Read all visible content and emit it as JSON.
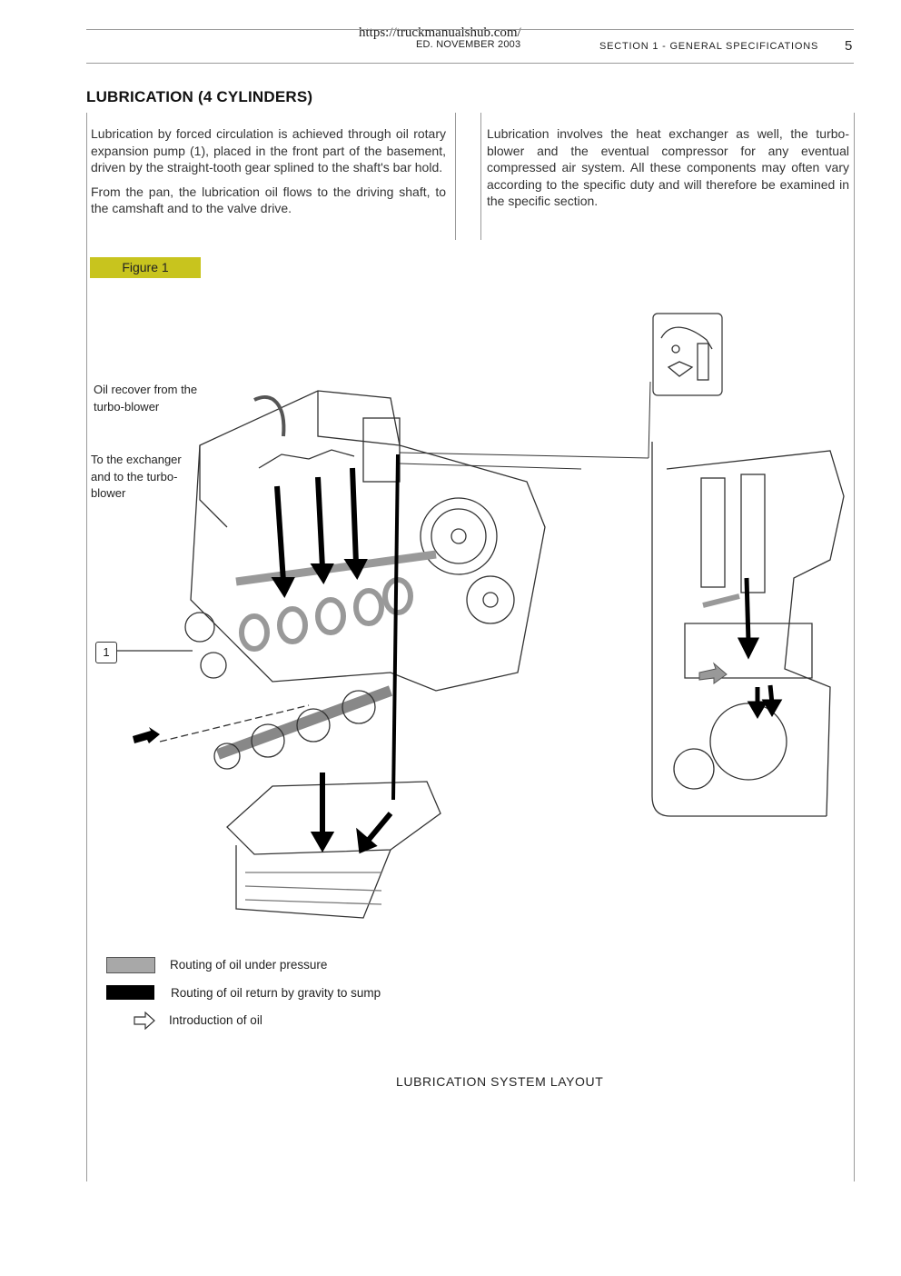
{
  "header": {
    "url": "https://truckmanualshub.com/",
    "edition": "ED. NOVEMBER 2003",
    "section": "SECTION 1 - GENERAL SPECIFICATIONS",
    "page_number": "5"
  },
  "title": "LUBRICATION (4 CYLINDERS)",
  "col_left": {
    "p1": "Lubrication by forced circulation is achieved through oil rotary expansion pump (1), placed in the front part of the basement, driven by the straight-tooth gear splined to the shaft's bar hold.",
    "p2": "From the pan, the lubrication oil flows to the driving shaft, to the camshaft and to the valve drive."
  },
  "col_right": {
    "p1": "Lubrication involves the heat exchanger as well, the turbo-blower and the eventual compressor for any eventual compressed air system. All these components may often vary according to the specific duty and will therefore be examined in the specific section."
  },
  "figure": {
    "tag": "Figure 1",
    "label_oil_recover": "Oil recover from the turbo-blower",
    "label_exchanger": "To the exchanger and to the turbo-blower",
    "callout_number": "1",
    "caption": "LUBRICATION SYSTEM LAYOUT"
  },
  "legend": [
    {
      "text": "Routing of oil under pressure",
      "color": "#a8a8a8"
    },
    {
      "text": "Routing of oil return by gravity to sump",
      "color": "#000000"
    },
    {
      "text": "Introduction of oil",
      "icon": "outline-arrow-icon"
    }
  ],
  "colors": {
    "figure_tag": "#c8c41e",
    "pressure": "#a8a8a8",
    "gravity": "#000000"
  }
}
